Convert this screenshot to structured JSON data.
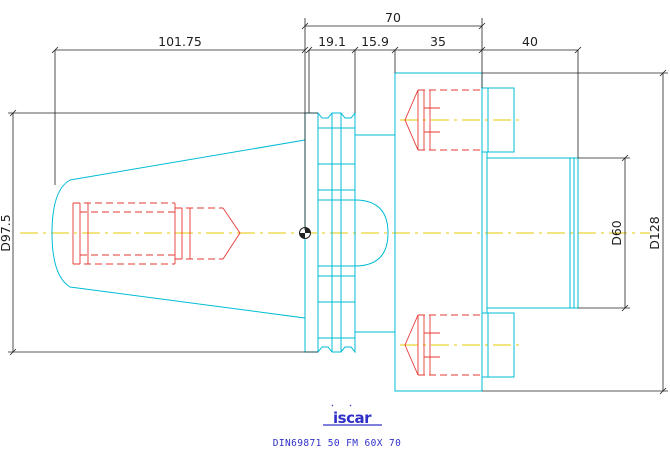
{
  "dimensions": {
    "overall_length": "70",
    "taper_length": "101.75",
    "segment_1": "19.1",
    "segment_2": "15.9",
    "flange_width": "35",
    "pilot_length": "40",
    "taper_diameter": "D97.5",
    "pilot_diameter": "D60",
    "flange_diameter": "D128"
  },
  "brand": {
    "logo_text": "iscar"
  },
  "caption": "DIN69871 50 FM 60X 70",
  "colors": {
    "outline": "#00bcd4",
    "hidden_lines": "#e53935",
    "centerline": "#e6c800",
    "dimension": "#222222",
    "caption": "#3030c8"
  }
}
